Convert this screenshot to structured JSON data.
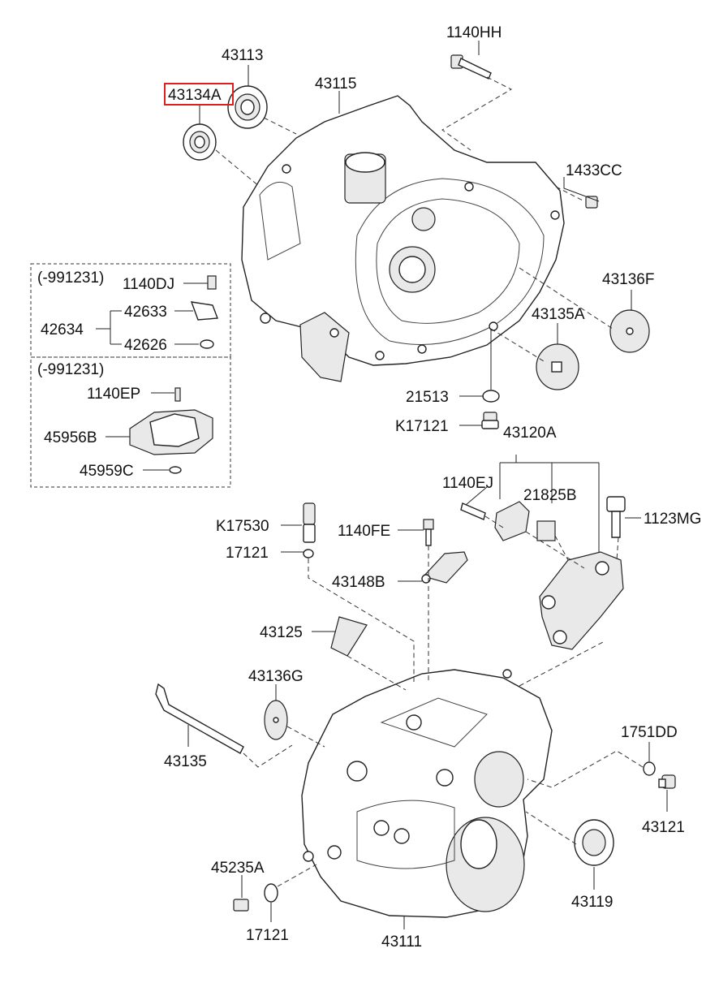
{
  "diagram": {
    "highlight_color": "#e01e1e",
    "labels": {
      "p1140HH": "1140HH",
      "p43113": "43113",
      "p43134A": "43134A",
      "p43115": "43115",
      "p1433CC": "1433CC",
      "p43136F": "43136F",
      "p43135A": "43135A",
      "p21513": "21513",
      "pK17121": "K17121",
      "p43120A": "43120A",
      "p1140EJ": "1140EJ",
      "p21825B": "21825B",
      "p1123MG": "1123MG",
      "pK17530": "K17530",
      "p1140FE": "1140FE",
      "p17121a": "17121",
      "p43148B": "43148B",
      "p43125": "43125",
      "p43136G": "43136G",
      "p43135": "43135",
      "p1751DD": "1751DD",
      "p43121": "43121",
      "p43119": "43119",
      "p45235A": "45235A",
      "p17121b": "17121",
      "p43111": "43111",
      "box1_date": "(-991231)",
      "p1140DJ": "1140DJ",
      "p42633": "42633",
      "p42634": "42634",
      "p42626": "42626",
      "box2_date": "(-991231)",
      "p1140EP": "1140EP",
      "p45956B": "45956B",
      "p45959C": "45959C"
    }
  }
}
